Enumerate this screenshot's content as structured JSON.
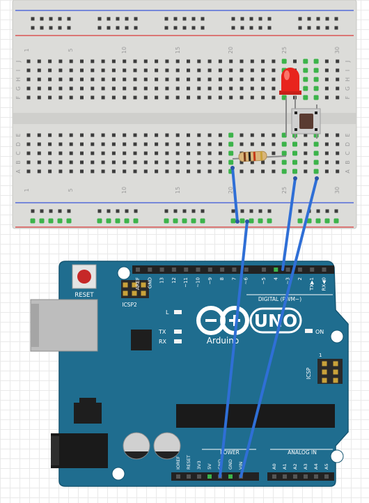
{
  "breadboard": {
    "column_numbers": [
      "1",
      "5",
      "10",
      "15",
      "20",
      "25",
      "30"
    ],
    "row_letters_top": [
      "J",
      "I",
      "H",
      "G",
      "F"
    ],
    "row_letters_bottom": [
      "E",
      "D",
      "C",
      "B",
      "A"
    ]
  },
  "arduino": {
    "reset_label": "RESET",
    "icsp2_label": "ICSP2",
    "icsp_label": "ICSP",
    "l_label": "L",
    "tx_label": "TX",
    "rx_label": "RX",
    "on_label": "ON",
    "logo_text": "UNO",
    "brand_text": "Arduino",
    "digital_label": "DIGITAL (PWM~)",
    "power_label": "POWER",
    "analog_label": "ANALOG IN",
    "digital_pins": [
      "AREF",
      "GND",
      "13",
      "12",
      "~11",
      "~10",
      "~9",
      "8",
      "7",
      "~6",
      "~5",
      "4",
      "~3",
      "2",
      "TX▶1",
      "RX◀0"
    ],
    "power_pins": [
      "IOREF",
      "RESET",
      "3V3",
      "5V",
      "GND",
      "GND",
      "VIN"
    ],
    "analog_pins": [
      "A0",
      "A1",
      "A2",
      "A3",
      "A4",
      "A5"
    ]
  },
  "colors": {
    "board": "#1f6d8f",
    "wire": "#2f6fd6",
    "led": "#e8241d",
    "rail_red": "#d93a3a",
    "rail_blue": "#3a56d9",
    "active_hole": "#3cb34a"
  }
}
